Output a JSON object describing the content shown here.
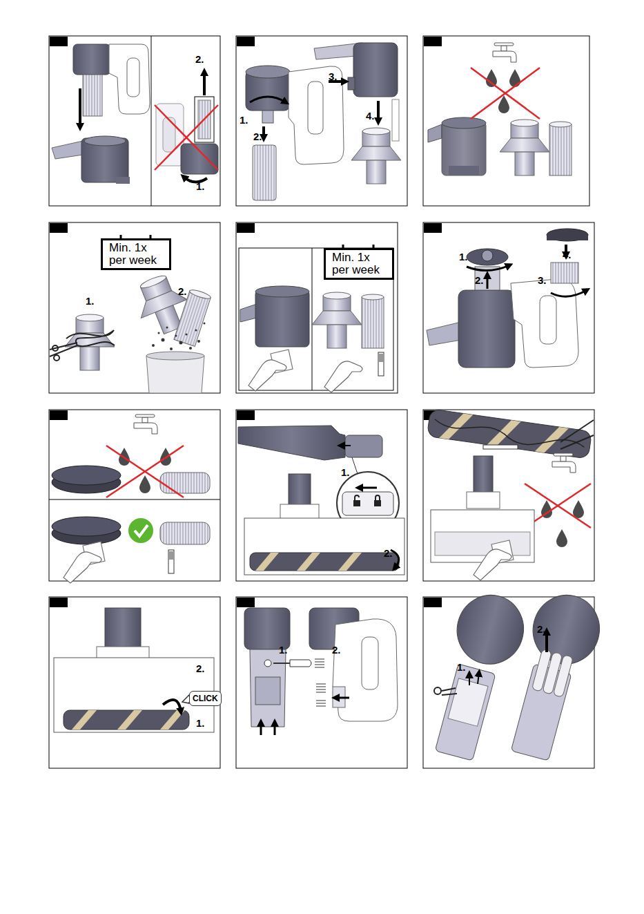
{
  "diagram": {
    "nodes": [
      {
        "text": [
          "Min. 1x per week"
        ]
      },
      {
        "text": [
          "Min. 1x per week"
        ]
      },
      {
        "text": [
          "CLICK"
        ]
      }
    ],
    "labels": [
      "2.",
      "1.",
      "3.",
      "1.",
      "4.",
      "2.",
      "1.",
      "2.",
      "1.",
      "4.",
      "2.",
      "3.",
      "1.",
      "2.",
      "2.",
      "1.",
      "1.",
      "2.",
      "2.",
      "1."
    ]
  }
}
